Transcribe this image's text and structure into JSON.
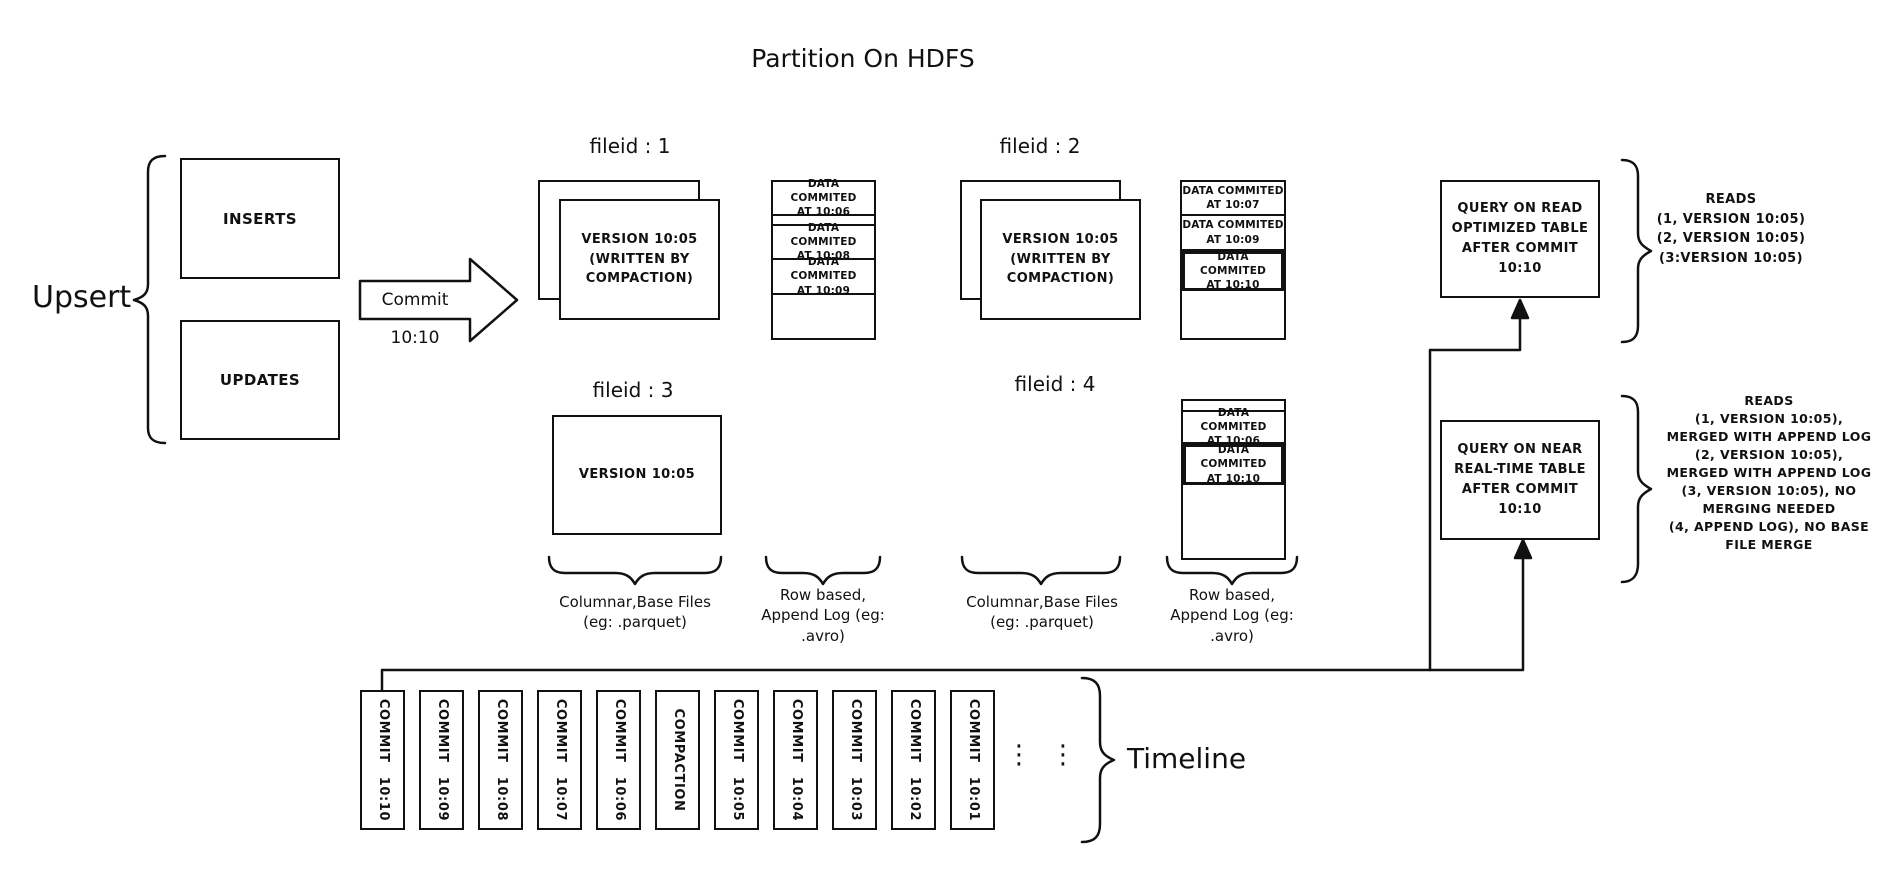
{
  "title": "Partition On HDFS",
  "upsert": {
    "label": "Upsert",
    "inserts_label": "INSERTS",
    "updates_label": "UPDATES"
  },
  "commit_arrow_label": "Commit 10:10",
  "file_groups": {
    "f1": {
      "id": "fileid : 1",
      "base_label": "VERSION 10:05\n(WRITTEN BY\nCOMPACTION)"
    },
    "f2": {
      "id": "fileid : 2",
      "base_label": "VERSION 10:05\n(WRITTEN BY\nCOMPACTION)"
    },
    "f3": {
      "id": "fileid : 3",
      "base_label": "VERSION 10:05"
    },
    "f4": {
      "id": "fileid : 4"
    }
  },
  "logs": {
    "log1": {
      "rows": [
        "DATA COMMITED\nAT 10:06",
        "DATA COMMITED\nAT 10:08",
        "DATA COMMITED\nAT 10:09"
      ]
    },
    "log2": {
      "rows": [
        "DATA COMMITED\nAT 10:07",
        "DATA COMMITED\nAT 10:09",
        "DATA COMMITED\nAT 10:10"
      ]
    },
    "log4": {
      "rows": [
        "DATA COMMITED\nAT 10:06",
        "DATA COMMITED\nAT 10:10"
      ]
    }
  },
  "brace_labels": {
    "columnar": "Columnar,Base Files\n(eg: .parquet)",
    "row_based": "Row based,\nAppend Log  (eg:\n.avro)"
  },
  "queries": {
    "read_optimized": {
      "box_label": "QUERY ON READ\nOPTIMIZED TABLE\nAFTER COMMIT\n10:10",
      "reads": "READS\n(1, VERSION 10:05)\n(2, VERSION 10:05)\n(3:VERSION 10:05)"
    },
    "near_real_time": {
      "box_label": "QUERY ON NEAR\nREAL-TIME TABLE\nAFTER COMMIT\n10:10",
      "reads": "READS\n(1, VERSION 10:05),\nMERGED WITH APPEND LOG\n(2, VERSION 10:05),\nMERGED WITH APPEND LOG\n(3, VERSION 10:05), NO\nMERGING NEEDED\n(4, APPEND LOG), NO BASE\nFILE MERGE"
    }
  },
  "timeline": {
    "label": "Timeline",
    "ellipsis": "⋮",
    "items": [
      "COMMIT 10:10",
      "COMMIT 10:09",
      "COMMIT 10:08",
      "COMMIT 10:07",
      "COMMIT 10:06",
      "COMPACTION",
      "COMMIT 10:05",
      "COMMIT 10:04",
      "COMMIT 10:03",
      "COMMIT 10:02",
      "COMMIT 10:01"
    ]
  },
  "colors": {
    "ink": "#111111",
    "background": "#ffffff"
  }
}
